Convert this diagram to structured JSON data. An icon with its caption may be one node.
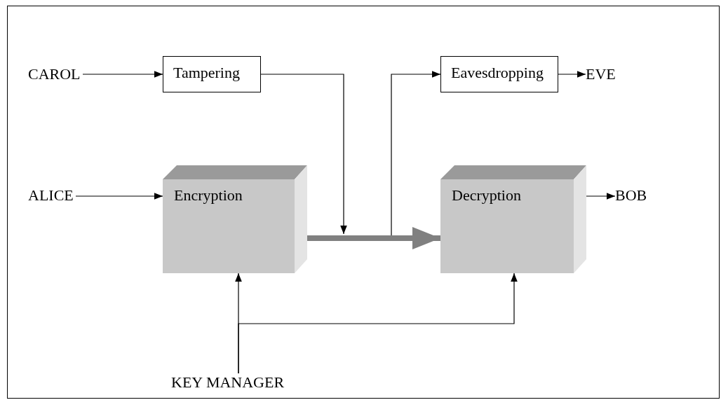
{
  "diagram": {
    "nodes": [
      {
        "text": [
          "CAROL"
        ]
      },
      {
        "text": [
          "Tampering"
        ]
      },
      {
        "text": [
          "Eavesdropping"
        ]
      },
      {
        "text": [
          "EVE"
        ]
      },
      {
        "text": [
          "ALICE"
        ]
      },
      {
        "text": [
          "Encryption"
        ]
      },
      {
        "text": [
          "Decryption"
        ]
      },
      {
        "text": [
          "BOB"
        ]
      },
      {
        "text": [
          "KEY MANAGER"
        ]
      }
    ],
    "edges": [
      {
        "from": 0,
        "to": 1,
        "arrow": "to"
      },
      {
        "from": 1,
        "to": null,
        "arrow": "to"
      },
      {
        "from": null,
        "to": 2,
        "arrow": "to"
      },
      {
        "from": 2,
        "to": 3,
        "arrow": "to"
      },
      {
        "from": 4,
        "to": 5,
        "arrow": "to"
      },
      {
        "from": 5,
        "to": 6,
        "arrow": "to",
        "style": "thick",
        "color": "#808080"
      },
      {
        "from": 6,
        "to": 7,
        "arrow": "to"
      },
      {
        "from": 8,
        "to": 5,
        "arrow": "to"
      },
      {
        "from": 8,
        "to": 6,
        "arrow": "to"
      }
    ]
  }
}
